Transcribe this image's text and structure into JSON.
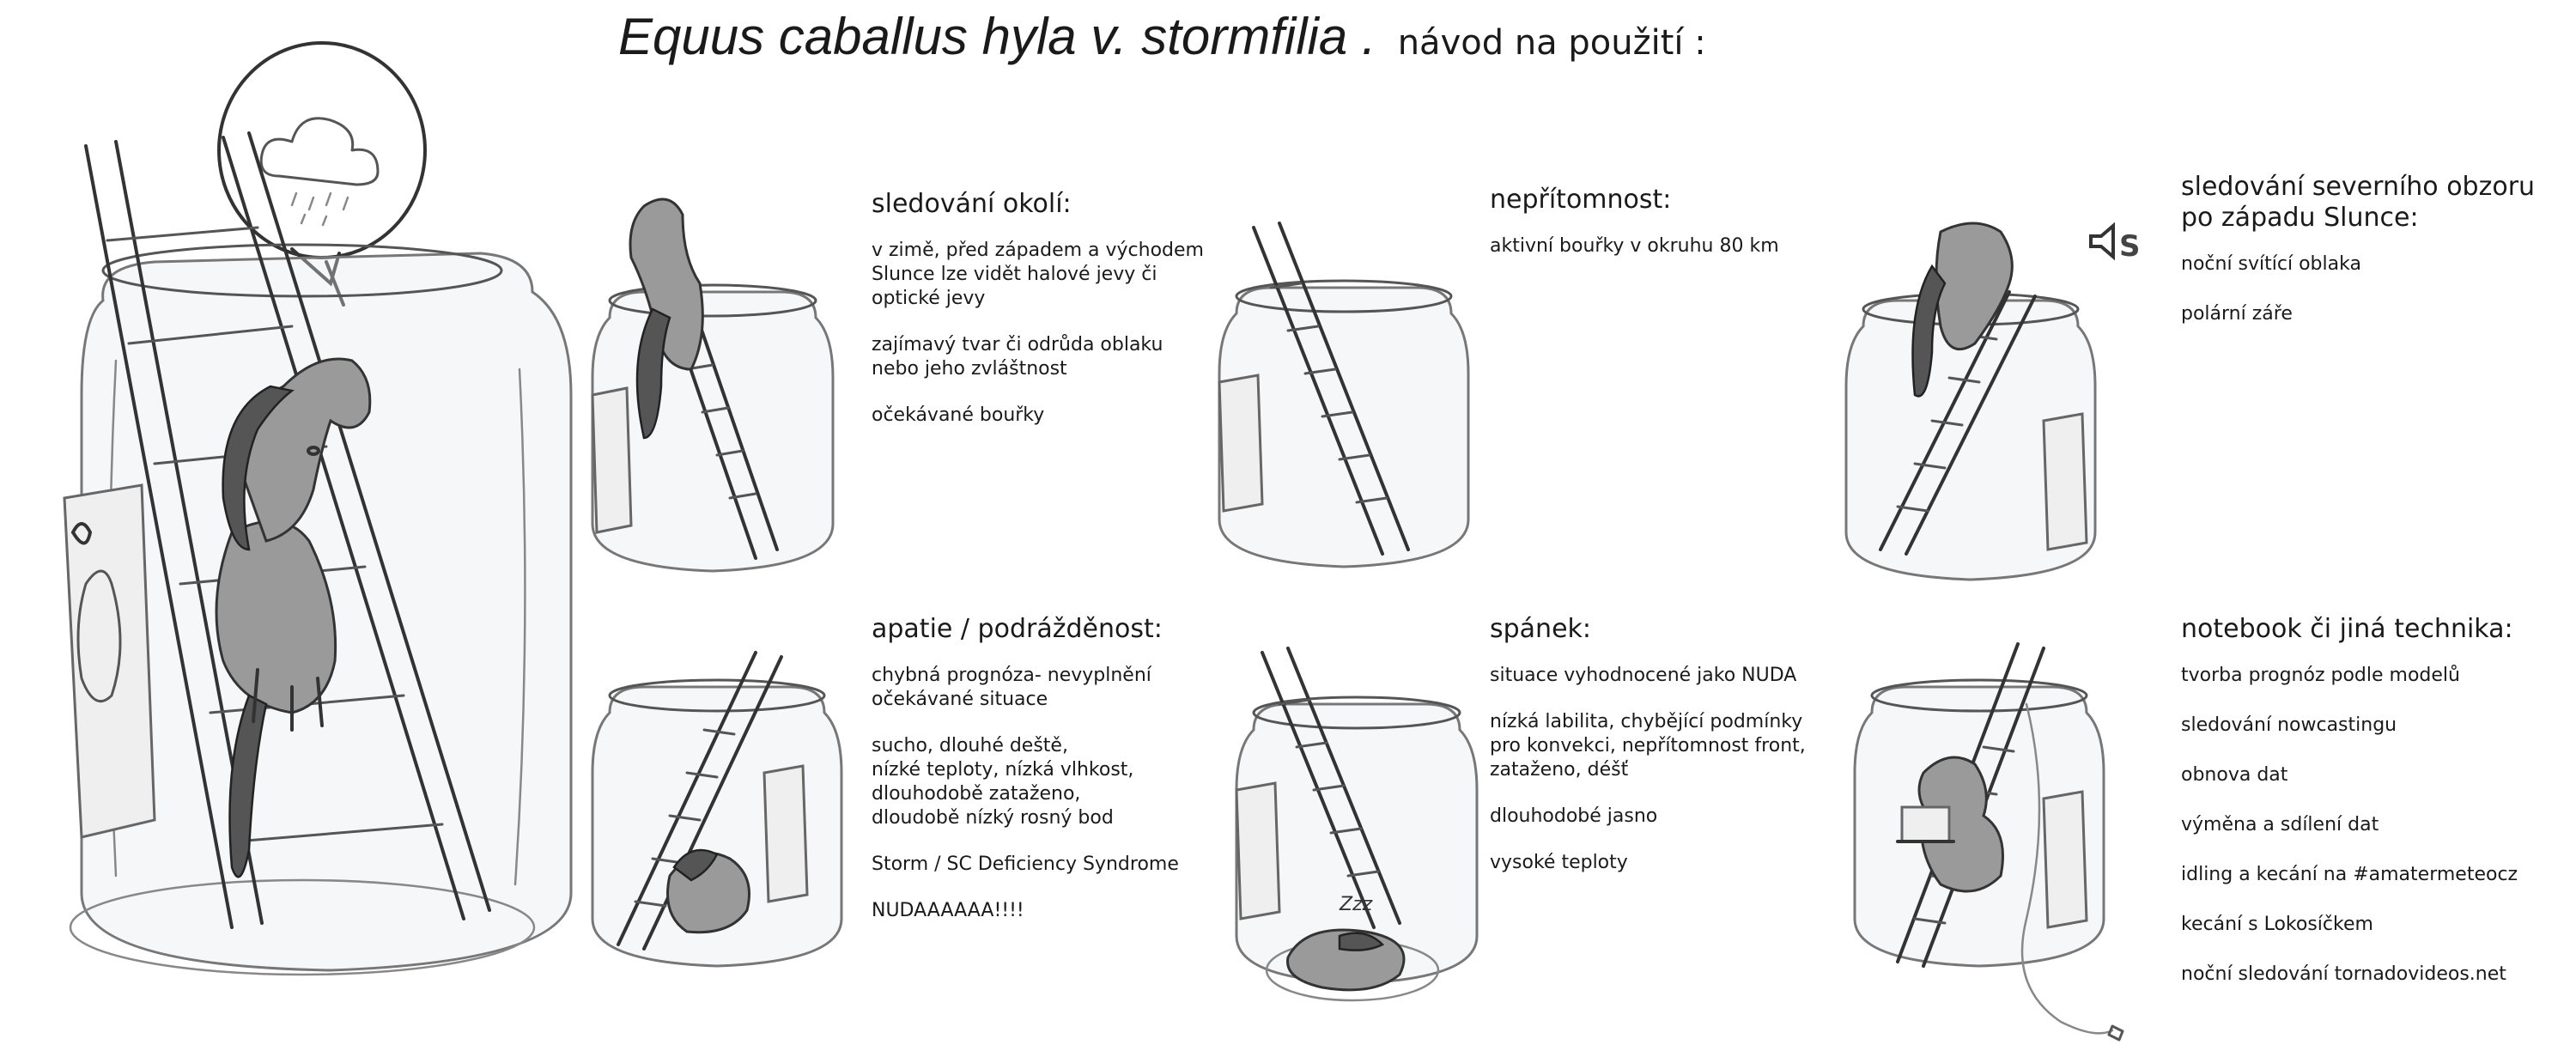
{
  "header": {
    "title": "Equus caballus hyla v. stormfilia .",
    "subtitle": "návod na použití :"
  },
  "sections": [
    {
      "heading": "sledování okolí:",
      "items": [
        "v zimě, před západem a východem\nSlunce lze vidět halové jevy či\noptické  jevy",
        "zajímavý tvar či odrůda oblaku\nnebo  jeho zvláštnost",
        "očekávané bouřky"
      ]
    },
    {
      "heading": "nepřítomnost:",
      "items": [
        "aktivní bouřky v okruhu 80 km"
      ]
    },
    {
      "heading": "sledování severního obzoru\npo západu Slunce:",
      "items": [
        "noční svítící oblaka",
        "polární záře"
      ]
    },
    {
      "heading": "apatie / podrážděnost:",
      "items": [
        "chybná prognóza- nevyplnění\nočekávané situace",
        "sucho, dlouhé deště,\nnízké teploty, nízká vlhkost,\ndlouhodobě zataženo,\ndloudobě nízký rosný bod",
        "Storm / SC Deficiency Syndrome",
        "NUDAAAAAA!!!!"
      ]
    },
    {
      "heading": "spánek:",
      "items": [
        "situace vyhodnocené jako NUDA",
        "nízká labilita, chybějící podmínky\npro konvekci, nepřítomnost front,\nzataženo, déšť",
        "dlouhodobé jasno",
        "vysoké teploty"
      ]
    },
    {
      "heading": "notebook či jiná technika:",
      "items": [
        "tvorba prognóz podle modelů",
        "sledování nowcastingu",
        "obnova dat",
        "výměna a sdílení dat",
        "idling a kecání na #amatermeteocz",
        "kecání s Lokosíčkem",
        "noční sledování tornadovideos.net"
      ]
    }
  ],
  "sketch_labels": {
    "sound_icon_letter": "S",
    "sleep_text": "Zzz"
  }
}
